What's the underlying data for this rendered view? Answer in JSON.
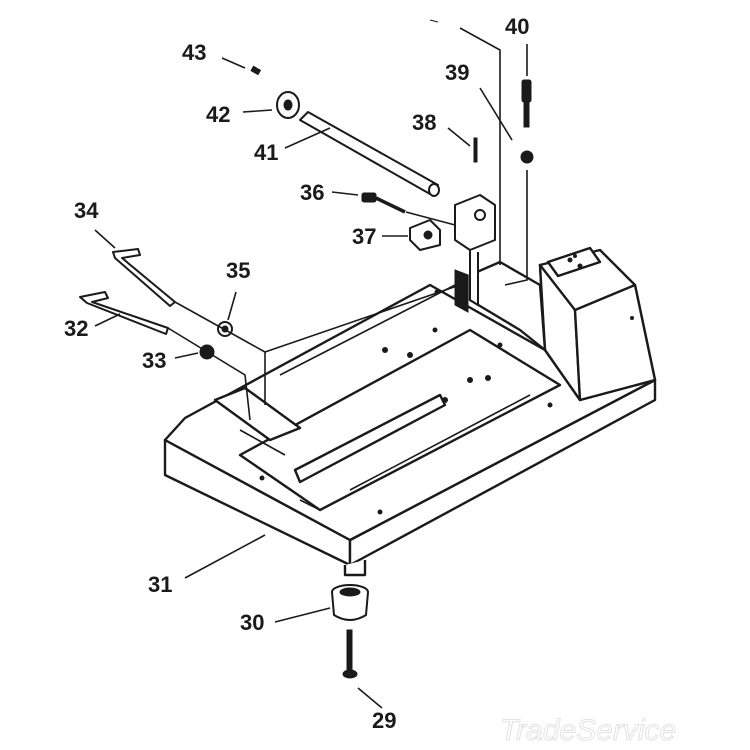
{
  "callouts": [
    {
      "id": "c29",
      "label": "29"
    },
    {
      "id": "c30",
      "label": "30"
    },
    {
      "id": "c31",
      "label": "31"
    },
    {
      "id": "c32",
      "label": "32"
    },
    {
      "id": "c33",
      "label": "33"
    },
    {
      "id": "c34",
      "label": "34"
    },
    {
      "id": "c35",
      "label": "35"
    },
    {
      "id": "c36",
      "label": "36"
    },
    {
      "id": "c37",
      "label": "37"
    },
    {
      "id": "c38",
      "label": "38"
    },
    {
      "id": "c39",
      "label": "39"
    },
    {
      "id": "c40",
      "label": "40"
    },
    {
      "id": "c41",
      "label": "41"
    },
    {
      "id": "c42",
      "label": "42"
    },
    {
      "id": "c43",
      "label": "43"
    }
  ],
  "watermark": "TradeService"
}
